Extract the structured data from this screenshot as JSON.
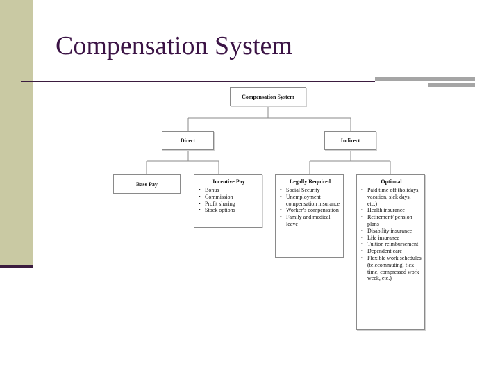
{
  "slide": {
    "title": "Compensation System",
    "colors": {
      "title": "#3b1345",
      "sidebar": "#c9c9a3",
      "rule": "#3b1c3f",
      "accent_bar": "#a5a5a5"
    }
  },
  "org_chart": {
    "root": "Compensation System",
    "direct": {
      "label": "Direct",
      "base_pay": "Base Pay",
      "incentive_pay": {
        "title": "Incentive Pay",
        "items": [
          "Bonus",
          "Commission",
          "Profit sharing",
          "Stock options"
        ]
      }
    },
    "indirect": {
      "label": "Indirect",
      "legally_required": {
        "title": "Legally Required",
        "items": [
          "Social Security",
          "Unemployment compensation insurance",
          "Worker’s compensation",
          "Family and medical leave"
        ]
      },
      "optional": {
        "title": "Optional",
        "items": [
          "Paid time off (holidays, vacation, sick days, etc.)",
          "Health insurance",
          "Retirement/ pension plans",
          "Disability insurance",
          "Life insurance",
          "Tuition reimbursement",
          "Dependent care",
          "Flexible work schedules (telecommuting, flex time, compressed work week, etc.)"
        ]
      }
    }
  }
}
